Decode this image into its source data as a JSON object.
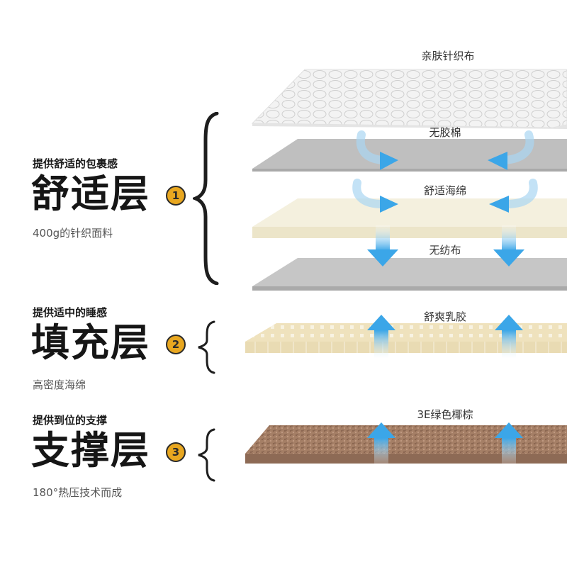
{
  "sections": [
    {
      "subtitle": "提供舒适的包裹感",
      "title": "舒适层",
      "number": "1",
      "description": "400g的针织面料"
    },
    {
      "subtitle": "提供适中的睡感",
      "title": "填充层",
      "number": "2",
      "description": "高密度海绵"
    },
    {
      "subtitle": "提供到位的支撑",
      "title": "支撑层",
      "number": "3",
      "description": "180°热压技术而成"
    }
  ],
  "layers": [
    {
      "label": "亲肤针织布"
    },
    {
      "label": "无胶棉"
    },
    {
      "label": "舒适海绵"
    },
    {
      "label": "无纺布"
    },
    {
      "label": "舒爽乳胶"
    },
    {
      "label": "3E绿色椰棕"
    }
  ],
  "colors": {
    "badge": "#e8a720",
    "arrow": "#3ba6e8",
    "knit_fabric": "#f1f1f1",
    "cotton": "#bdbdbd",
    "sponge": "#f3efdd",
    "nonwoven": "#c2c2c2",
    "latex": "#efe2bd",
    "coir": "#a07b62"
  }
}
